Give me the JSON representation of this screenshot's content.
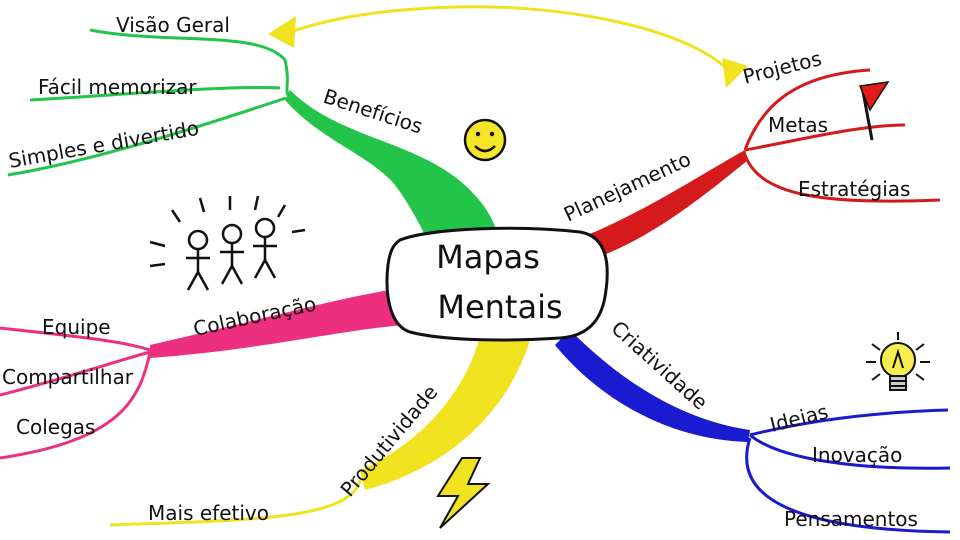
{
  "center": {
    "line1": "Mapas",
    "line2": "Mentais"
  },
  "colors": {
    "green": "#22c44a",
    "red": "#d41a1a",
    "pink": "#ec2f7e",
    "yellow": "#f1e21f",
    "blue": "#1a1ad0",
    "ink": "#111111"
  },
  "branches": {
    "beneficios": {
      "label": "Benefícios",
      "items": [
        "Visão Geral",
        "Fácil memorizar",
        "Simples e divertido"
      ]
    },
    "planejamento": {
      "label": "Planejamento",
      "items": [
        "Projetos",
        "Metas",
        "Estratégias"
      ]
    },
    "colaboracao": {
      "label": "Colaboração",
      "items": [
        "Equipe",
        "Compartilhar",
        "Colegas"
      ]
    },
    "produtividade": {
      "label": "Produtividade",
      "items": [
        "Mais efetivo"
      ]
    },
    "criatividade": {
      "label": "Criatividade",
      "items": [
        "Ideias",
        "Inovação",
        "Pensamentos"
      ]
    }
  },
  "icons": [
    "smiley-icon",
    "flag-icon",
    "stick-figures-icon",
    "lightbulb-icon",
    "lightning-icon",
    "arrow-icon"
  ]
}
